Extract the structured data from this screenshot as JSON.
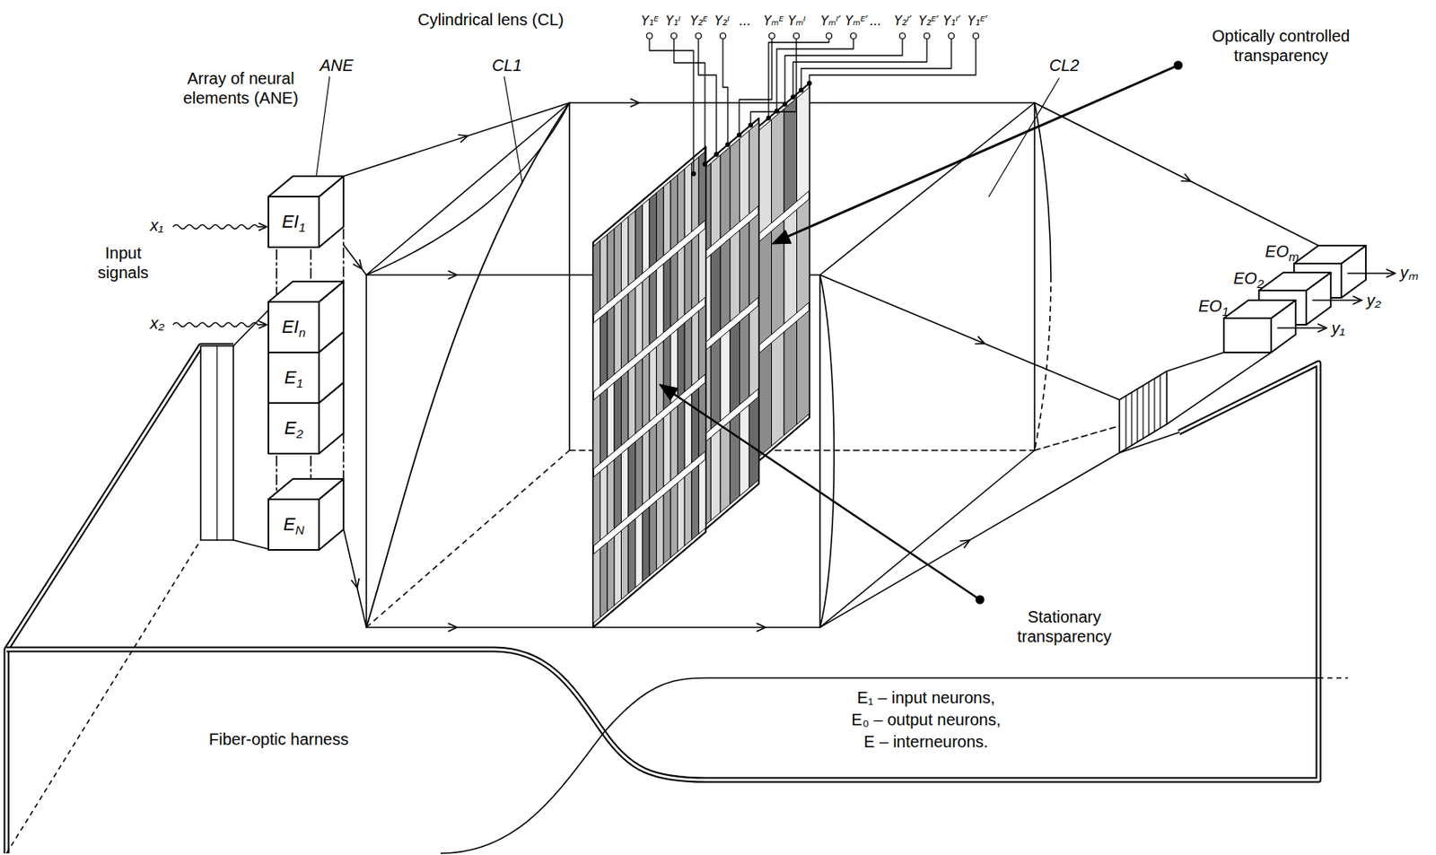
{
  "diagram": {
    "nodes": [
      {
        "text": [
          "EI",
          "1"
        ]
      },
      {
        "text": [
          "EI",
          "n"
        ]
      },
      {
        "text": [
          "E",
          "1"
        ]
      },
      {
        "text": [
          "E",
          "2"
        ]
      },
      {
        "text": [
          "E",
          "N"
        ]
      },
      {
        "text": [
          "EO",
          "m"
        ]
      },
      {
        "text": [
          "EO",
          "2"
        ]
      },
      {
        "text": [
          "EO",
          "1"
        ]
      }
    ],
    "labels": [
      "Cylindrical lens (CL)",
      "Array of neural elements (ANE)",
      "ANE",
      "CL1",
      "Y₁ᴱ",
      "Y₁ᴵ",
      "Y₂ᴱ",
      "Y₂ᴵ",
      "...",
      "Yₘᴱ",
      "Yₘᴵ",
      "Yₘᴵ′",
      "Yₘᴱ′",
      "...",
      "Y₂ᴵ′",
      "Y₂ᴱ′",
      "Y₁ᴵ′",
      "Y₁ᴱ′",
      "CL2",
      "Optically controlled transparency",
      "Input signals",
      "x₁",
      "x₂",
      "yₘ",
      "y₂",
      "y₁",
      "Stationary transparency",
      "E₁ – input neurons,",
      "E₀ – output neurons,",
      "E – interneurons.",
      "Fiber-optic harness"
    ]
  }
}
